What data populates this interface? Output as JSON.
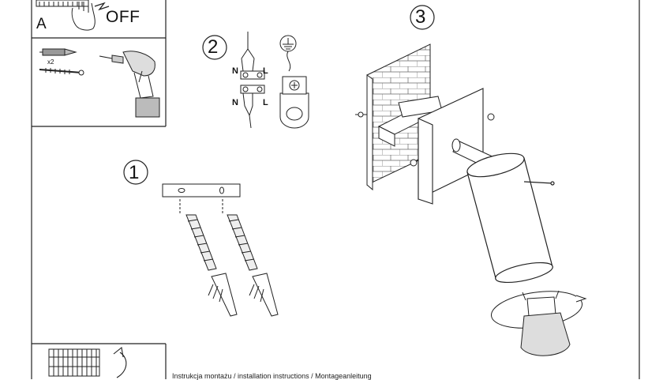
{
  "panels": {
    "power": {
      "label": "A",
      "off_text": "OFF"
    },
    "tools": {
      "quantity": "x2"
    },
    "bulb_hint": {}
  },
  "steps": {
    "mount": {
      "number": "1"
    },
    "wiring": {
      "number": "2",
      "neutral": "N",
      "live": "L"
    },
    "assembly": {
      "number": "3"
    }
  },
  "footer": {
    "text": "Instrukcja montażu / installation instructions / Montageanleitung"
  },
  "icons": [
    "hand-switch-icon",
    "screw-anchor-icon",
    "drill-icon",
    "terminal-block-icon",
    "ground-icon",
    "rotate-arrow-icon"
  ]
}
